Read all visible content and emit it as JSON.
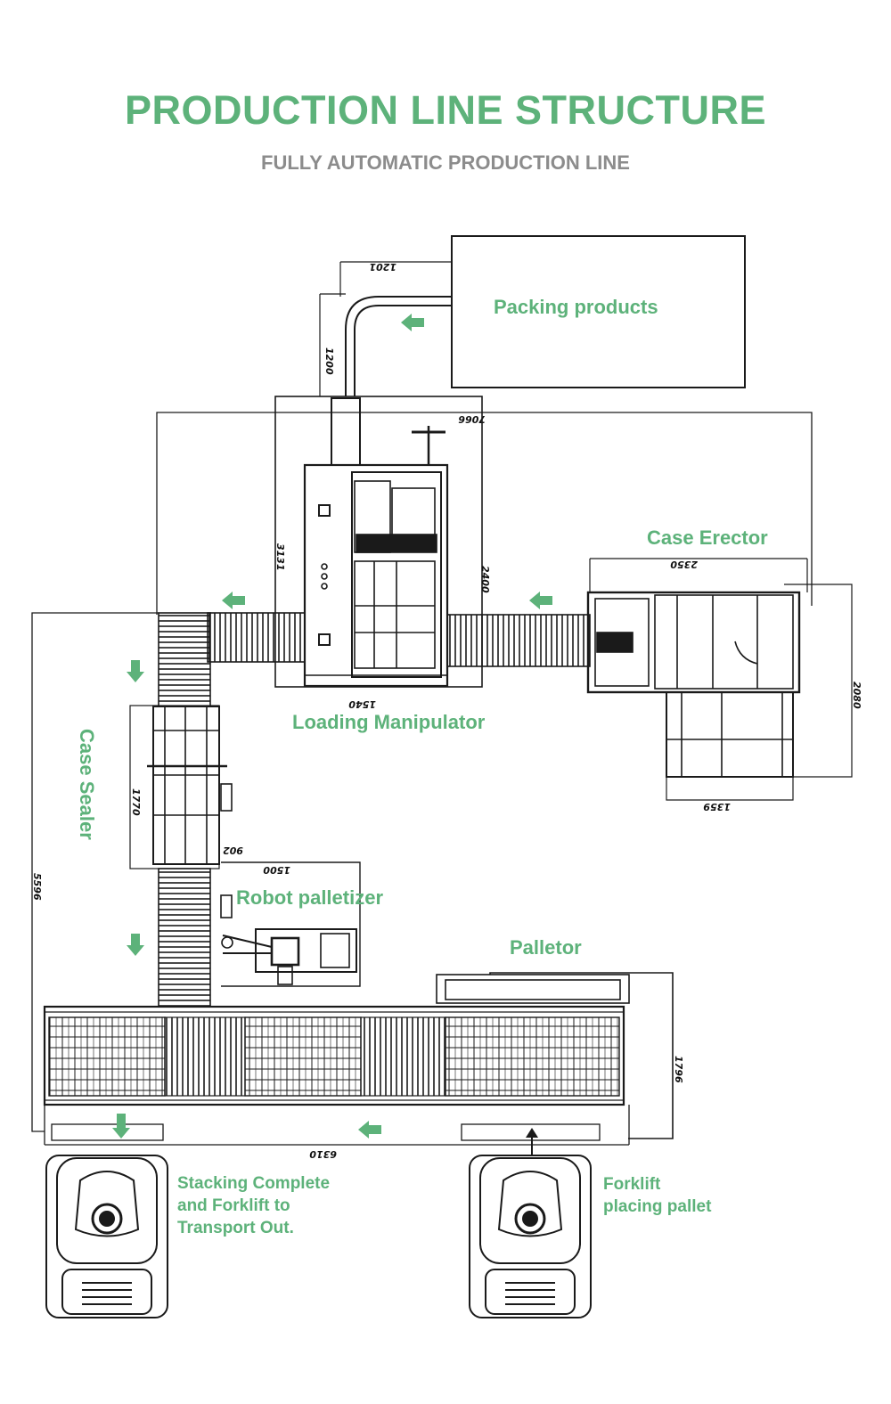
{
  "header": {
    "title": "PRODUCTION LINE STRUCTURE",
    "subtitle": "FULLY AUTOMATIC PRODUCTION LINE"
  },
  "labels": {
    "packing_products": "Packing products",
    "case_erector": "Case Erector",
    "loading_manipulator": "Loading Manipulator",
    "case_sealer": "Case Sealer",
    "robot_palletizer": "Robot palletizer",
    "palletor": "Palletor",
    "stacking_complete": [
      "Stacking Complete",
      "and Forklift to",
      "Transport Out."
    ],
    "forklift_placing": [
      "Forklift",
      "placing pallet"
    ]
  },
  "dimensions": {
    "d1201": "1201",
    "d1200": "1200",
    "d7066": "7066",
    "d3131": "3131",
    "d2400": "2400",
    "d1540": "1540",
    "d2350": "2350",
    "d2080": "2080",
    "d1359": "1359",
    "d1770": "1770",
    "d902": "902",
    "d1500": "1500",
    "d5596": "5596",
    "d1796": "1796",
    "d6310": "6310"
  },
  "colors": {
    "accent_green": "#5db27a",
    "subtitle_gray": "#8c8c8c",
    "line_black": "#1a1a1a"
  },
  "icons": [
    "flow-arrow-left",
    "flow-arrow-down",
    "forklift"
  ]
}
